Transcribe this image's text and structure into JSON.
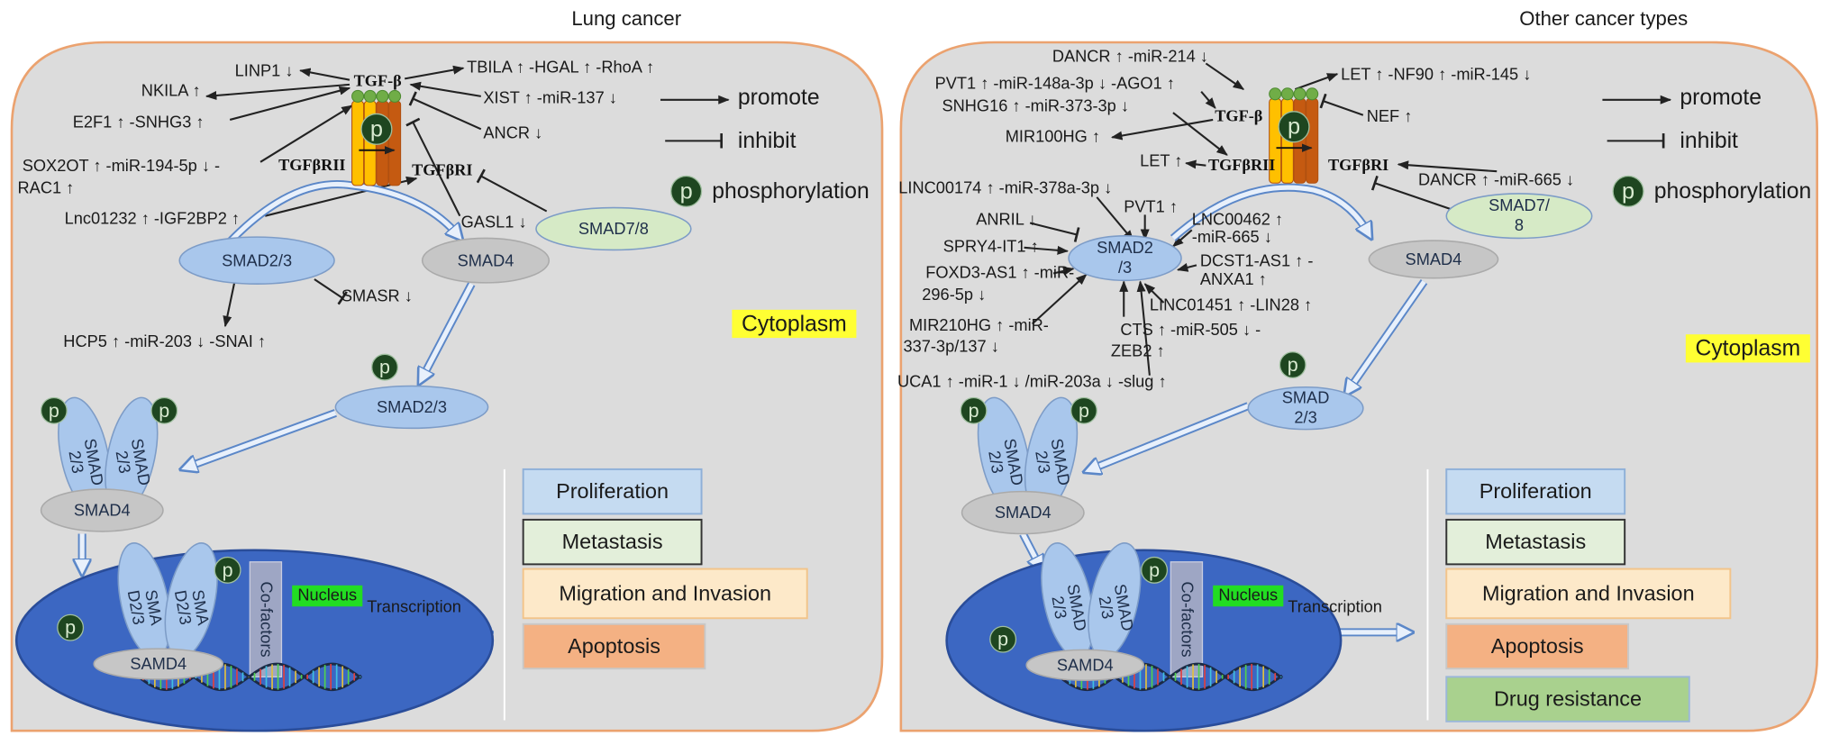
{
  "colors": {
    "panel_fill": "#dcdcdc",
    "panel_border": "#eba26f",
    "smad23": "#a9c7ec",
    "smad4": "#c6c6c6",
    "smad78": "#d6eac6",
    "phospho": "#1e4620",
    "nucleus": "#3c67c2",
    "cofactors": "#9ea6c4",
    "cytoplasm_highlight": "#ffff33",
    "nucleus_highlight": "#22dd22",
    "receptor_yellow": "#ffc000",
    "receptor_orange": "#c55a11",
    "receptor_dot": "#70ad47",
    "proliferation": "#c5dbf1",
    "metastasis": "#e3efda",
    "migration": "#fde9c9",
    "apoptosis": "#f4b183",
    "drug_resistance": "#a9d18e"
  },
  "lung": {
    "title": "Lung cancer",
    "tgf_beta": "TGF-β",
    "tgfbrii": "TGFβRII",
    "tgfbri": "TGFβRI",
    "regulators": {
      "linp1": "LINP1 ↓",
      "nkila": "NKILA ↑",
      "e2f1": "E2F1 ↑  -SNHG3 ↑",
      "sox2ot": "SOX2OT ↑ -miR-194-5p ↓ -",
      "rac1": "RAC1 ↑",
      "tbila": "TBILA ↑ -HGAL ↑ -RhoA ↑",
      "xist": "XIST ↑ -miR-137 ↓",
      "ancr": "ANCR ↓",
      "lnc01232": "Lnc01232 ↑ -IGF2BP2 ↑",
      "gasl1": "GASL1 ↓",
      "smasr": "SMASR ↓",
      "hcp5": "HCP5 ↑ -miR-203 ↓ -SNAI ↑"
    },
    "nodes": {
      "smad23": "SMAD2/3",
      "smad4": "SMAD4",
      "smad78": "SMAD7/8",
      "smad23_lower": "SMAD2/3",
      "trimer_smad": "SMAD",
      "trimer_23": "2/3",
      "trimer_smad4": "SMAD4",
      "nuc_sma": "SMA",
      "nuc_d23": "D2/3",
      "nuc_samd4": "SAMD4",
      "p": "p"
    },
    "cofactors": "Co-factors",
    "nucleus": "Nucleus",
    "transcription": "Transcription",
    "cytoplasm": "Cytoplasm",
    "legend": {
      "promote": "promote",
      "inhibit": "inhibit",
      "phosphorylation": "phosphorylation"
    },
    "outcomes": [
      "Proliferation",
      "Metastasis",
      "Migration and Invasion",
      "Apoptosis"
    ]
  },
  "other": {
    "title": "Other cancer types",
    "tgf_beta": "TGF-β",
    "tgfbrii": "TGFβRII",
    "tgfbri": "TGFβRI",
    "regulators": {
      "dancr214": "DANCR ↑ -miR-214 ↓",
      "pvt1_148": "PVT1 ↑ -miR-148a-3p ↓ -AGO1 ↑",
      "snhg16": "SNHG16 ↑ -miR-373-3p ↓",
      "mir100hg": "MIR100HG ↑",
      "let": "LET ↑",
      "let_nf90": "LET ↑ -NF90 ↑ -miR-145 ↓",
      "nef": "NEF ↑",
      "dancr665": "DANCR ↑ -miR-665 ↓",
      "linc00174": "LINC00174 ↑ -miR-378a-3p ↓",
      "pvt1": "PVT1 ↑",
      "lnc00462_a": "LNC00462 ↑",
      "lnc00462_b": "-miR-665 ↓",
      "anril": "ANRIL ↓",
      "spry4": "SPRY4-IT1 ↑",
      "dcst1_a": "DCST1-AS1 ↑ -",
      "dcst1_b": "ANXA1 ↑",
      "foxd3_a": "FOXD3-AS1 ↑ -miR-",
      "foxd3_b": "296-5p ↓",
      "linc01451": "LINC01451 ↑ -LIN28 ↑",
      "mir210hg_a": "MIR210HG ↑ -miR-",
      "mir210hg_b": "337-3p/137 ↓",
      "cts_a": "CTS ↑ -miR-505 ↓ -",
      "cts_b": "ZEB2 ↑",
      "uca1": "UCA1 ↑ -miR-1 ↓ /miR-203a ↓ -slug ↑"
    },
    "nodes": {
      "smad23_a": "SMAD2",
      "smad23_b": "/3",
      "smad4": "SMAD4",
      "smad78_a": "SMAD7/",
      "smad78_b": "8",
      "smad23_lower_a": "SMAD",
      "smad23_lower_b": "2/3",
      "trimer_smad": "SMAD",
      "trimer_23": "2/3",
      "trimer_smad4": "SMAD4",
      "nuc_smad": "SMAD",
      "nuc_23": "2/3",
      "nuc_samd4": "SAMD4",
      "p": "p"
    },
    "cofactors": "Co-factors",
    "nucleus": "Nucleus",
    "transcription": "Transcription",
    "cytoplasm": "Cytoplasm",
    "legend": {
      "promote": "promote",
      "inhibit": "inhibit",
      "phosphorylation": "phosphorylation"
    },
    "outcomes": [
      "Proliferation",
      "Metastasis",
      "Migration and Invasion",
      "Apoptosis",
      "Drug resistance"
    ]
  }
}
